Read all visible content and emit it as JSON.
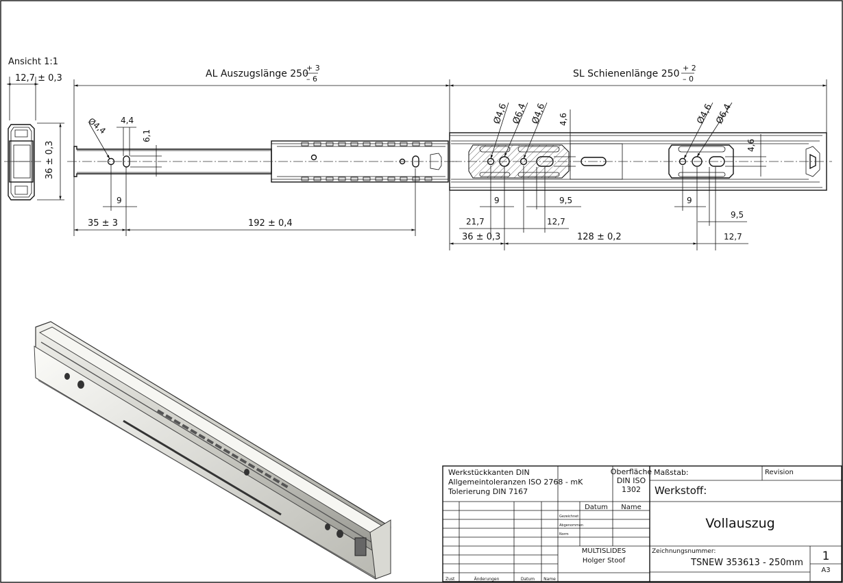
{
  "view": {
    "label": "Ansicht 1:1",
    "width_dim": "12,7 ± 0,3",
    "height_dim": "36 ± 0,3"
  },
  "al": {
    "label": "AL Auszugslänge 250",
    "tol_upper": "+ 3",
    "tol_lower": "– 6"
  },
  "sl": {
    "label": "SL Schienenlänge 250",
    "tol_upper": "+ 2",
    "tol_lower": "– 0"
  },
  "dims_left": {
    "d_hole": "Ø4,4",
    "d_44": "4,4",
    "d_61": "6,1",
    "d_9": "9",
    "d_35": "35 ± 3",
    "d_192": "192 ± 0,4"
  },
  "dims_right": {
    "d1": "Ø4,6",
    "d2": "Ø6,4",
    "d3": "Ø4,6",
    "d46": "4,6",
    "d4": "Ø4,6",
    "d5": "Ø6,4",
    "d46b": "4,6",
    "d9a": "9",
    "d95a": "9,5",
    "d217": "21,7",
    "d127a": "12,7",
    "d36": "36 ± 0,3",
    "d128": "128 ± 0,2",
    "d9b": "9",
    "d95b": "9,5",
    "d127b": "12,7"
  },
  "title_block": {
    "general": [
      "Werkstückkanten DIN",
      "Allgemeintoleranzen ISO 2768 - mK",
      "Tolerierung DIN 7167"
    ],
    "surface": [
      "Oberfläche",
      "DIN ISO",
      "1302"
    ],
    "scale_label": "Maßstab:",
    "revision_label": "Revision",
    "material_label": "Werkstoff:",
    "date_head": "Datum",
    "name_head": "Name",
    "rows": [
      "Gezeichnet",
      "Abgenommen",
      "Norm"
    ],
    "part_name": "Vollauszug",
    "company": "MULTISLIDES",
    "person": "Holger Stoof",
    "drawing_no_label": "Zeichnungsnummer:",
    "drawing_no": "TSNEW 353613 - 250mm",
    "sheet_no": "1",
    "format": "A3",
    "footer": [
      "Zust",
      "Änderungen",
      "Datum",
      "Name"
    ]
  }
}
